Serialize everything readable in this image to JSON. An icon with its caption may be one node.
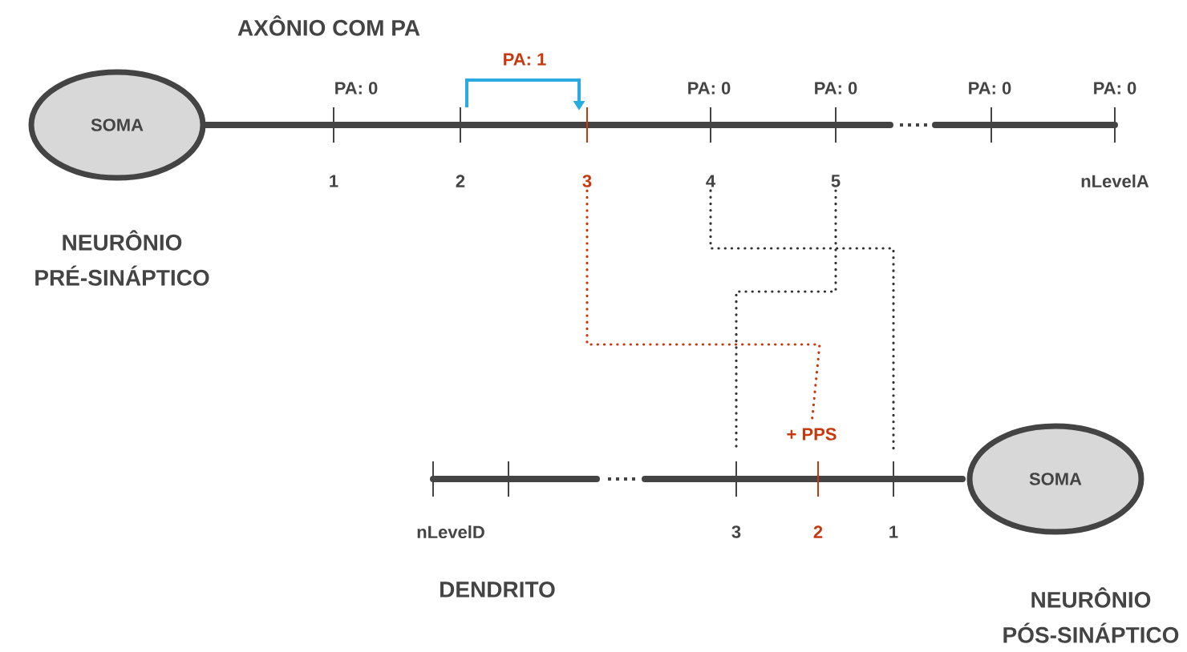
{
  "diagram": {
    "title": "AXÔNIO COM PA",
    "nodes": [
      {
        "text": [
          "SOMA"
        ],
        "beside": [
          "NEURÔNIO PRÉ-SINÁPTICO"
        ]
      },
      {
        "text": [
          "3"
        ]
      },
      {
        "text": [
          "4"
        ]
      },
      {
        "text": [
          "5"
        ]
      },
      {
        "text": [
          "+ PPS"
        ]
      },
      {
        "text": [
          "SOMA"
        ],
        "beside": [
          "NEURÔNIO PÓS-SINÁPTICO"
        ]
      }
    ],
    "edges": [
      {
        "from": 1,
        "to": 4,
        "arrow": "none",
        "style": "dashed",
        "color": "#c8380f"
      },
      {
        "from": 2,
        "to": null,
        "arrow": "none",
        "style": "dashed"
      },
      {
        "from": 3,
        "to": null,
        "arrow": "none",
        "style": "dashed"
      }
    ],
    "labels": [
      "PA: 1",
      "PA: 0",
      "PA: 0",
      "PA: 0",
      "PA: 0",
      "PA: 0",
      "1",
      "2",
      "nLevelA",
      "nLevelD",
      "3",
      "2",
      "1",
      "DENDRITO"
    ]
  }
}
